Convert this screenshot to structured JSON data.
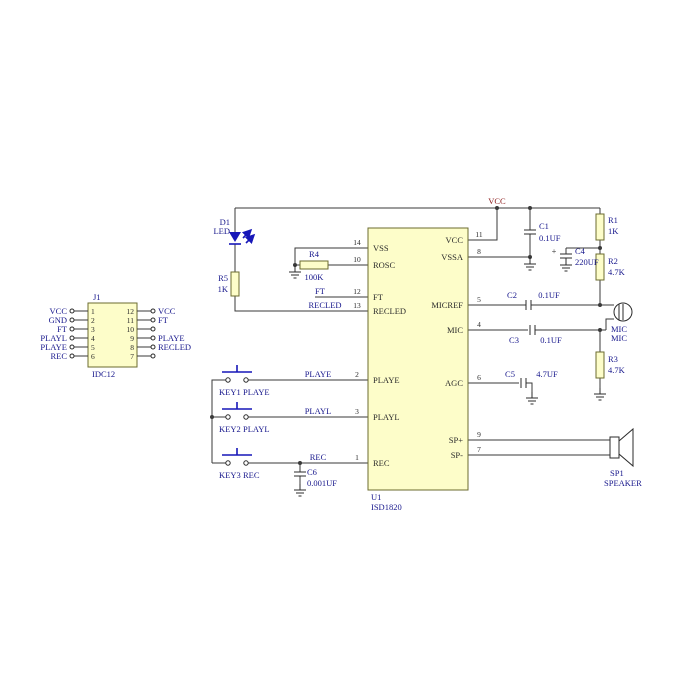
{
  "power": {
    "vcc_label": "VCC"
  },
  "ic": {
    "refdes": "U1",
    "part": "ISD1820",
    "left_pins": [
      {
        "name": "VSS",
        "num": "14"
      },
      {
        "name": "ROSC",
        "num": "10"
      },
      {
        "name": "FT",
        "num": "12"
      },
      {
        "name": "RECLED",
        "num": "13"
      },
      {
        "name": "PLAYE",
        "num": "2"
      },
      {
        "name": "PLAYL",
        "num": "3"
      },
      {
        "name": "REC",
        "num": "1"
      }
    ],
    "right_pins": [
      {
        "name": "VCC",
        "num": "11"
      },
      {
        "name": "VSSA",
        "num": "8"
      },
      {
        "name": "MICREF",
        "num": "5"
      },
      {
        "name": "MIC",
        "num": "4"
      },
      {
        "name": "AGC",
        "num": "6"
      },
      {
        "name": "SP+",
        "num": "9"
      },
      {
        "name": "SP-",
        "num": "7"
      }
    ]
  },
  "connector": {
    "refdes": "J1",
    "part": "IDC12",
    "rows": [
      {
        "left_label": "VCC",
        "left_num": "1",
        "right_num": "12",
        "right_label": "VCC"
      },
      {
        "left_label": "GND",
        "left_num": "2",
        "right_num": "11",
        "right_label": "FT"
      },
      {
        "left_label": "FT",
        "left_num": "3",
        "right_num": "10",
        "right_label": ""
      },
      {
        "left_label": "PLAYL",
        "left_num": "4",
        "right_num": "9",
        "right_label": "PLAYE"
      },
      {
        "left_label": "PLAYE",
        "left_num": "5",
        "right_num": "8",
        "right_label": "RECLED"
      },
      {
        "left_label": "REC",
        "left_num": "6",
        "right_num": "7",
        "right_label": ""
      }
    ]
  },
  "components": {
    "d1": {
      "refdes": "D1",
      "value": "LED"
    },
    "r5": {
      "refdes": "R5",
      "value": "1K"
    },
    "r4": {
      "refdes": "R4",
      "value": "100K"
    },
    "r1": {
      "refdes": "R1",
      "value": "1K"
    },
    "r2": {
      "refdes": "R2",
      "value": "4.7K"
    },
    "r3": {
      "refdes": "R3",
      "value": "4.7K"
    },
    "c1": {
      "refdes": "C1",
      "value": "0.1UF"
    },
    "c2": {
      "refdes": "C2",
      "value": "0.1UF"
    },
    "c3": {
      "refdes": "C3",
      "value": "0.1UF"
    },
    "c4": {
      "refdes": "C4",
      "value": "220UF",
      "polarity": "+"
    },
    "c5": {
      "refdes": "C5",
      "value": "4.7UF"
    },
    "c6": {
      "refdes": "C6",
      "value": "0.001UF"
    },
    "key1": {
      "refdes": "KEY1",
      "value": "PLAYE"
    },
    "key2": {
      "refdes": "KEY2",
      "value": "PLAYL"
    },
    "key3": {
      "refdes": "KEY3",
      "value": "REC"
    },
    "mic": {
      "refdes": "MIC",
      "value": "MIC"
    },
    "sp1": {
      "refdes": "SP1",
      "value": "SPEAKER"
    }
  },
  "net_labels": {
    "ft": "FT",
    "recled": "RECLED",
    "playe": "PLAYE",
    "playl": "PLAYL",
    "rec": "REC"
  }
}
